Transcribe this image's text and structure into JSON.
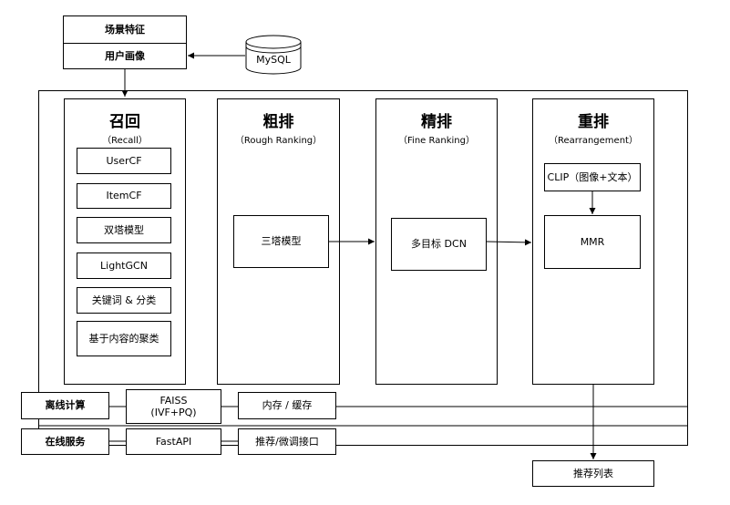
{
  "user_box": {
    "scene": "场景特征",
    "profile": "用户画像"
  },
  "mysql": "MySQL",
  "stages": {
    "recall": {
      "title": "召回",
      "subtitle": "（Recall）",
      "items": [
        "UserCF",
        "ItemCF",
        "双塔模型",
        "LightGCN",
        "关键词 & 分类",
        "基于内容的聚类"
      ]
    },
    "rough": {
      "title": "粗排",
      "subtitle": "（Rough Ranking）",
      "model": "三塔模型"
    },
    "fine": {
      "title": "精排",
      "subtitle": "（Fine Ranking）",
      "model": "多目标 DCN"
    },
    "rerank": {
      "title": "重排",
      "subtitle": "（Rearrangement）",
      "clip": "CLIP（图像+文本）",
      "mmr": "MMR"
    }
  },
  "offline": {
    "label": "离线计算",
    "faiss": "FAISS\n(IVF+PQ)",
    "memory": "内存 / 缓存"
  },
  "online": {
    "label": "在线服务",
    "fastapi": "FastAPI",
    "api": "推荐/微调接口"
  },
  "output": "推荐列表"
}
